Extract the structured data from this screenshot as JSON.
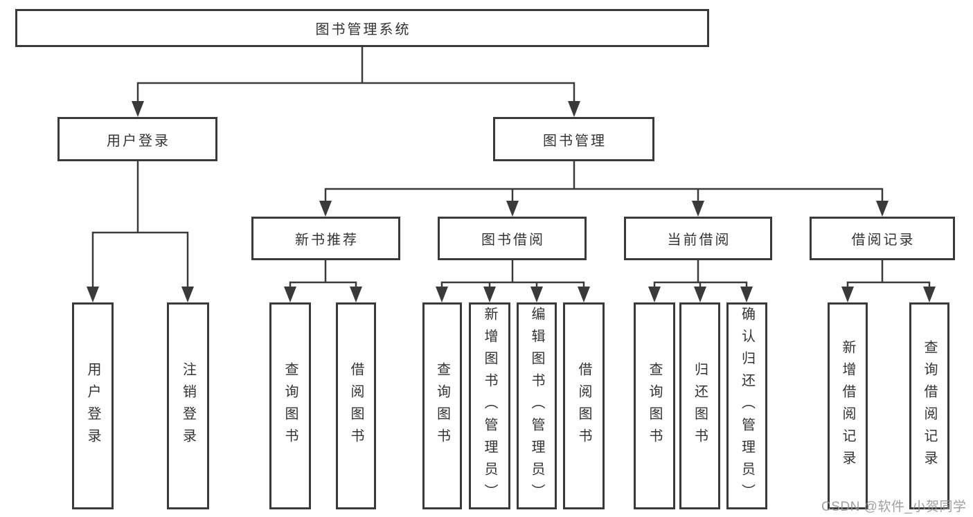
{
  "diagram_type": "hierarchy-tree",
  "tree": {
    "root": {
      "label": "图书管理系统"
    },
    "branches": [
      {
        "label": "用户登录",
        "children": [
          {
            "label": "用户登录"
          },
          {
            "label": "注销登录"
          }
        ]
      },
      {
        "label": "图书管理",
        "children": [
          {
            "label": "新书推荐",
            "children": [
              {
                "label": "查询图书"
              },
              {
                "label": "借阅图书"
              }
            ]
          },
          {
            "label": "图书借阅",
            "children": [
              {
                "label": "查询图书"
              },
              {
                "label": "新增图书（管理员）"
              },
              {
                "label": "编辑图书（管理员）"
              },
              {
                "label": "借阅图书"
              }
            ]
          },
          {
            "label": "当前借阅",
            "children": [
              {
                "label": "查询图书"
              },
              {
                "label": "归还图书"
              },
              {
                "label": "确认归还（管理员）"
              }
            ]
          },
          {
            "label": "借阅记录",
            "children": [
              {
                "label": "新增借阅记录"
              },
              {
                "label": "查询借阅记录"
              }
            ]
          }
        ]
      }
    ]
  },
  "watermark": {
    "text": "CSDN @软件_小贺同学",
    "color": "#929292"
  },
  "colors": {
    "background": "#ffffff",
    "line": "#3a3a3a",
    "box_border": "#3a3a3a",
    "text": "#333333"
  }
}
